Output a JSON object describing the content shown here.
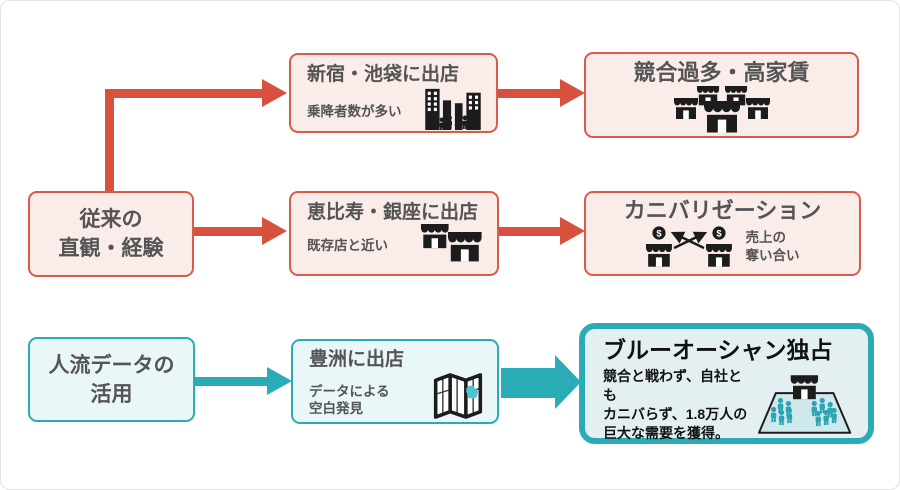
{
  "colors": {
    "red_arrow": "#d8513f",
    "red_border": "#dc5a4a",
    "pink_bg": "#f9ece9",
    "teal": "#29acb5",
    "teal_bg": "#e9f7f8",
    "blue_big_bg": "#e3eff1",
    "title_gray": "#545454",
    "icon_black": "#1c1c1c"
  },
  "nodes": {
    "traditional": {
      "title_line1": "従来の",
      "title_line2": "直観・経験"
    },
    "shinjuku": {
      "title": "新宿・池袋に出店",
      "subtitle": "乗降者数が多い",
      "icon": "city-crowd-icon"
    },
    "overcompetition": {
      "title": "競合過多・高家賃",
      "icon": "store-cluster-icon"
    },
    "ebisu": {
      "title": "恵比寿・銀座に出店",
      "subtitle": "既存店と近い",
      "icon": "two-stores-icon"
    },
    "cannibalization": {
      "title": "カニバリゼーション",
      "caption_line1": "売上の",
      "caption_line2": "奪い合い",
      "icon": "stores-revenue-swap-icon"
    },
    "people_flow": {
      "title_line1": "人流データの",
      "title_line2": "活用"
    },
    "toyosu": {
      "title": "豊洲に出店",
      "subtitle_line1": "データによる",
      "subtitle_line2": "空白発見",
      "icon": "folded-map-icon"
    },
    "blue_ocean": {
      "title": "ブルーオーシャン独占",
      "body_line1": "競合と戦わず、自社とも",
      "body_line2": "カニバらず、1.8万人の",
      "body_line3": "巨大な需要を獲得。",
      "icon": "area-store-people-icon"
    }
  }
}
